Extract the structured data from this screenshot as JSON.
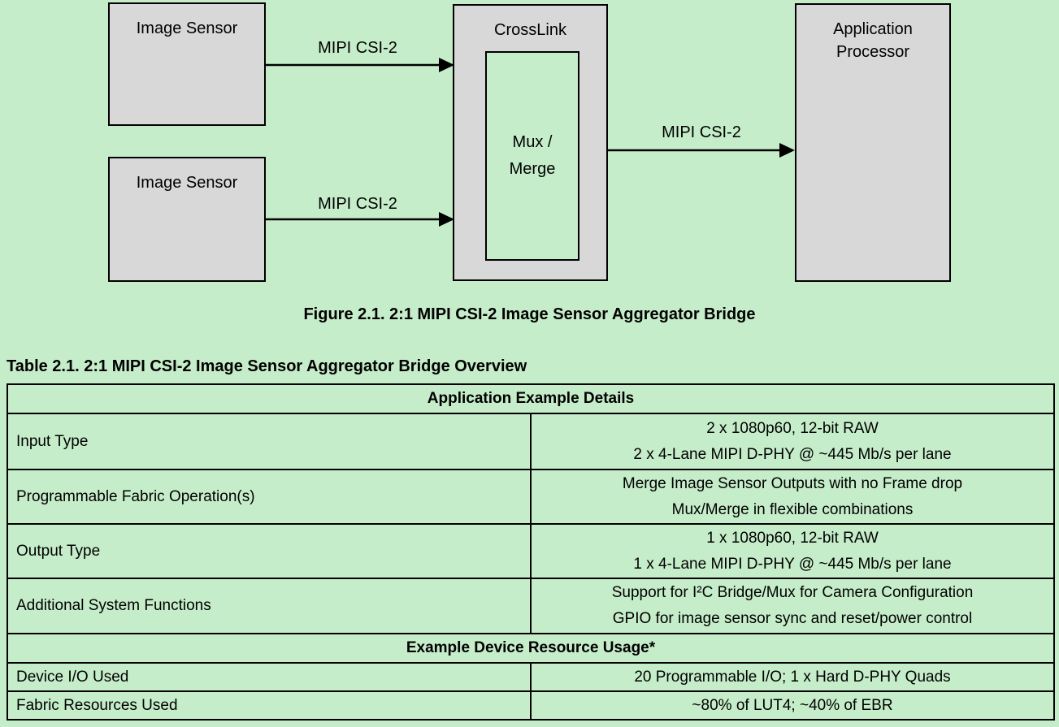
{
  "colors": {
    "background": "#c6edca",
    "box_fill": "#d8d8d8",
    "inner_box_fill": "#c6edca",
    "border": "#000000"
  },
  "diagram": {
    "sensor1_label": "Image Sensor",
    "sensor2_label": "Image Sensor",
    "crosslink_label": "CrossLink",
    "mux_merge_line1": "Mux /",
    "mux_merge_line2": "Merge",
    "processor_line1": "Application",
    "processor_line2": "Processor",
    "link1_label": "MIPI CSI-2",
    "link2_label": "MIPI CSI-2",
    "link3_label": "MIPI CSI-2"
  },
  "figure_caption": "Figure 2.1. 2:1 MIPI CSI-2 Image Sensor Aggregator Bridge",
  "table_title": "Table 2.1. 2:1 MIPI CSI-2 Image Sensor Aggregator Bridge Overview",
  "table": {
    "section1_header": "Application Example Details",
    "rows": [
      {
        "label": "Input Type",
        "value_line1": "2 x 1080p60, 12-bit RAW",
        "value_line2": "2 x 4-Lane MIPI D-PHY @ ~445 Mb/s per lane"
      },
      {
        "label": "Programmable Fabric Operation(s)",
        "value_line1": "Merge Image Sensor Outputs with no Frame drop",
        "value_line2": "Mux/Merge in flexible combinations"
      },
      {
        "label": "Output Type",
        "value_line1": "1 x 1080p60, 12-bit RAW",
        "value_line2": "1 x 4-Lane MIPI D-PHY @ ~445 Mb/s per lane"
      },
      {
        "label": "Additional System Functions",
        "value_line1": "Support for I²C Bridge/Mux for Camera Configuration",
        "value_line2": "GPIO for image sensor sync and reset/power control"
      }
    ],
    "section2_header": "Example Device Resource Usage*",
    "resource_rows": [
      {
        "label": "Device I/O Used",
        "value": "20 Programmable I/O; 1 x Hard D-PHY Quads"
      },
      {
        "label": "Fabric Resources Used",
        "value": "~80% of LUT4; ~40% of EBR"
      }
    ]
  }
}
